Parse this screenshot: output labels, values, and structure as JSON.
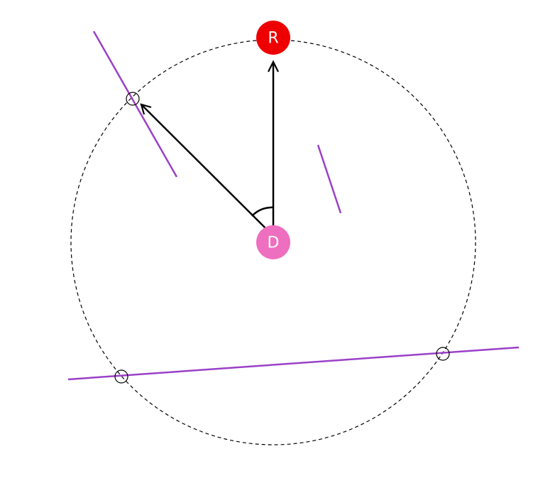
{
  "nodes": {
    "robot": {
      "label": "R",
      "color": "#ee0000"
    },
    "drone": {
      "label": "D",
      "color": "#ee6ebf"
    }
  },
  "colors": {
    "wall": "#9a40c8",
    "circle": "#000000",
    "vector": "#000000"
  },
  "icons": {
    "intersection_marker": "circle-outline",
    "vector_head": "open-arrowhead",
    "angle_marker": "arc"
  }
}
